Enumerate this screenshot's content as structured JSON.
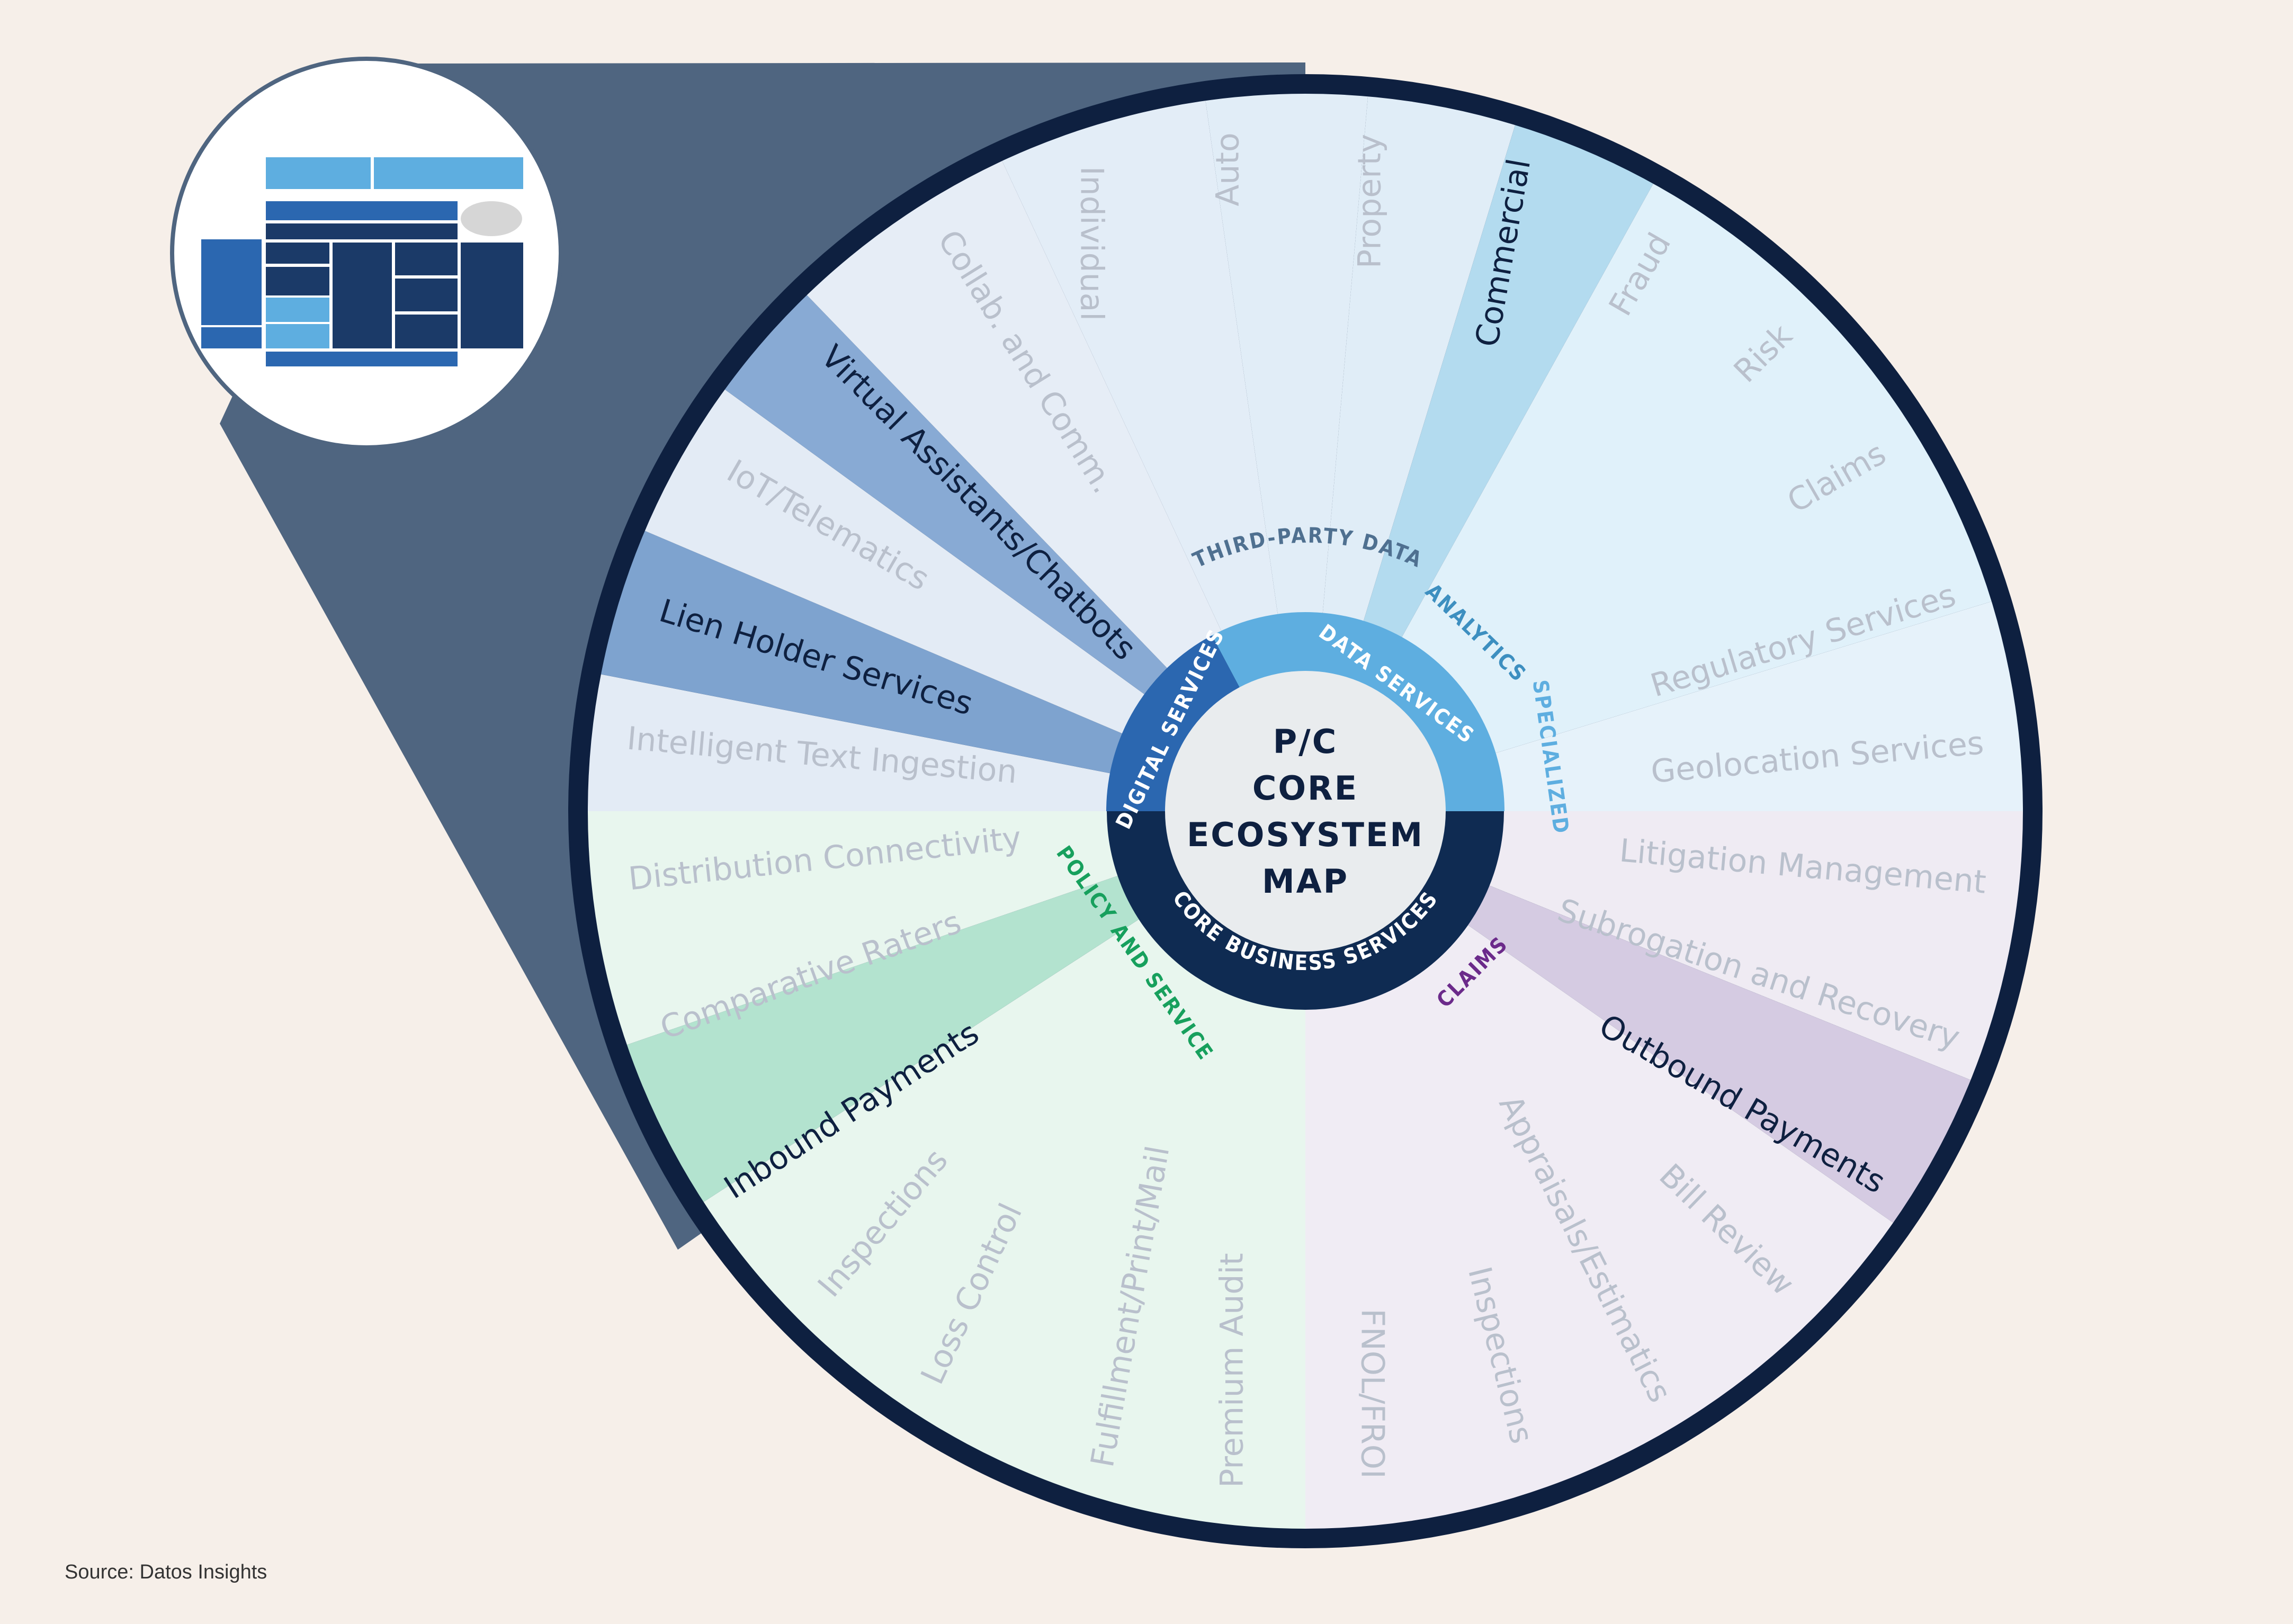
{
  "center": {
    "lines": [
      "P/C",
      "CORE",
      "ECOSYSTEM",
      "MAP"
    ]
  },
  "rings": {
    "digital_services": "DIGITAL SERVICES",
    "data_services": "DATA SERVICES",
    "core_business_services": "CORE BUSINESS SERVICES"
  },
  "categories": {
    "third_party_data": "THIRD-PARTY DATA",
    "analytics": "ANALYTICS",
    "specialized": "SPECIALIZED",
    "policy_and_service": "POLICY AND SERVICE",
    "claims": "CLAIMS"
  },
  "segments": {
    "individual": "Individual",
    "auto": "Auto",
    "property": "Property",
    "commercial": "Commercial",
    "fraud": "Fraud",
    "risk": "Risk",
    "claims": "Claims",
    "regulatory_services": "Regulatory Services",
    "geolocation_services": "Geolocation Services",
    "litigation_management": "Litigation Management",
    "subrogation_and_recovery": "Subrogation and Recovery",
    "outbound_payments": "Outbound Payments",
    "bill_review": "Bill Review",
    "appraisals_estimatics": "Appraisals/Estimatics",
    "inspections_claims": "Inspections",
    "fnol_froi": "FNOL/FROI",
    "premium_audit": "Premium Audit",
    "fulfillment": "Fulfillment/Print/Mail",
    "loss_control": "Loss Control",
    "inspections_policy": "Inspections",
    "inbound_payments": "Inbound Payments",
    "comparative_raters": "Comparative Raters",
    "distribution_connectivity": "Distribution Connectivity",
    "intelligent_text_ingestion": "Intelligent Text Ingestion",
    "lien_holder_services": "Lien Holder Services",
    "iot_telematics": "IoT/Telematics",
    "virtual_assistants": "Virtual Assistants/Chatbots",
    "collab_comm": "Collab. and Comm."
  },
  "colors": {
    "background": "#f6efe9",
    "navy": "#0e2040",
    "zoom_cone": "#4f6580",
    "digital_ring": "#2b67b0",
    "data_ring": "#5eaee0",
    "core_ring": "#0f2b52",
    "policy_green": "#17a05d",
    "claims_purple": "#6b2a8a",
    "muted_text": "#b9c0cc"
  },
  "source": "Source:  Datos Insights"
}
